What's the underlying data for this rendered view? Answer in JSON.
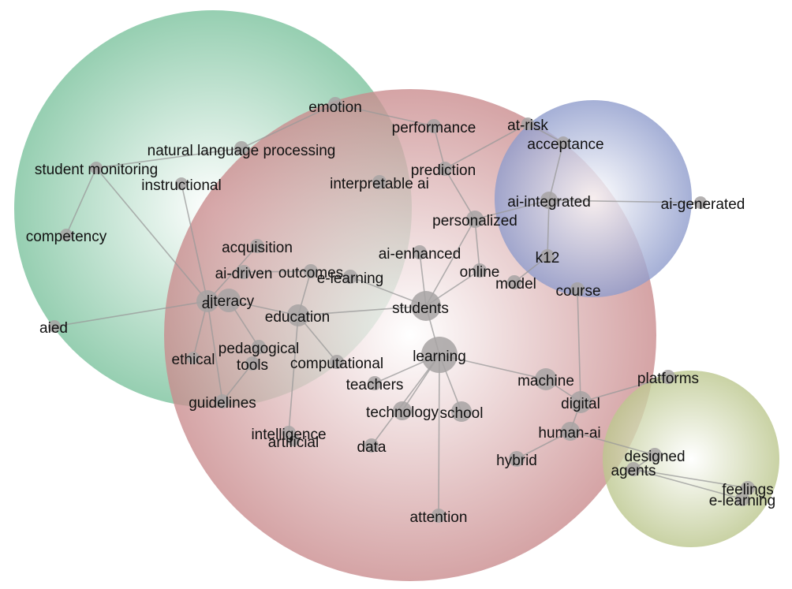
{
  "colors": {
    "cluster_green": "#7fc4a0",
    "cluster_red": "#c98a8c",
    "cluster_blue": "#8f9ccc",
    "cluster_olive": "#bcc78e",
    "node": "#a7a3a3",
    "edge": "#9a9a9a",
    "text": "#111111"
  },
  "nodes": [
    {
      "id": "emotion",
      "label": "emotion"
    },
    {
      "id": "performance",
      "label": "performance"
    },
    {
      "id": "at-risk",
      "label": "at-risk"
    },
    {
      "id": "acceptance",
      "label": "acceptance"
    },
    {
      "id": "nlp",
      "label": "natural language processing"
    },
    {
      "id": "student-monitoring",
      "label": "student monitoring"
    },
    {
      "id": "prediction",
      "label": "prediction"
    },
    {
      "id": "instructional",
      "label": "instructional"
    },
    {
      "id": "interpretable-ai",
      "label": "interpretable ai"
    },
    {
      "id": "ai-integrated",
      "label": "ai-integrated"
    },
    {
      "id": "ai-generated",
      "label": "ai-generated"
    },
    {
      "id": "personalized",
      "label": "personalized"
    },
    {
      "id": "competency",
      "label": "competency"
    },
    {
      "id": "acquisition",
      "label": "acquisition"
    },
    {
      "id": "ai-enhanced",
      "label": "ai-enhanced"
    },
    {
      "id": "k12",
      "label": "k12"
    },
    {
      "id": "ai-driven",
      "label": "ai-driven"
    },
    {
      "id": "outcomes",
      "label": "outcomes"
    },
    {
      "id": "e-learning",
      "label": "e-learning"
    },
    {
      "id": "online",
      "label": "online"
    },
    {
      "id": "model",
      "label": "model"
    },
    {
      "id": "course",
      "label": "course"
    },
    {
      "id": "ai",
      "label": "ai"
    },
    {
      "id": "literacy",
      "label": "literacy"
    },
    {
      "id": "students",
      "label": "students"
    },
    {
      "id": "education",
      "label": "education"
    },
    {
      "id": "aied",
      "label": "aied"
    },
    {
      "id": "pedagogical",
      "label": "pedagogical"
    },
    {
      "id": "learning",
      "label": "learning"
    },
    {
      "id": "ethical",
      "label": "ethical"
    },
    {
      "id": "tools",
      "label": "tools"
    },
    {
      "id": "computational",
      "label": "computational"
    },
    {
      "id": "machine",
      "label": "machine"
    },
    {
      "id": "platforms",
      "label": "platforms"
    },
    {
      "id": "teachers",
      "label": "teachers"
    },
    {
      "id": "digital",
      "label": "digital"
    },
    {
      "id": "guidelines",
      "label": "guidelines"
    },
    {
      "id": "technology",
      "label": "technology"
    },
    {
      "id": "school",
      "label": "school"
    },
    {
      "id": "human-ai",
      "label": "human-ai"
    },
    {
      "id": "intelligence",
      "label": "intelligence"
    },
    {
      "id": "artificial",
      "label": "artificial"
    },
    {
      "id": "designed",
      "label": "designed"
    },
    {
      "id": "data",
      "label": "data"
    },
    {
      "id": "hybrid",
      "label": "hybrid"
    },
    {
      "id": "agents",
      "label": "agents"
    },
    {
      "id": "feelings",
      "label": "feelings"
    },
    {
      "id": "e-learning-2",
      "label": "e-learning"
    },
    {
      "id": "attention",
      "label": "attention"
    }
  ]
}
